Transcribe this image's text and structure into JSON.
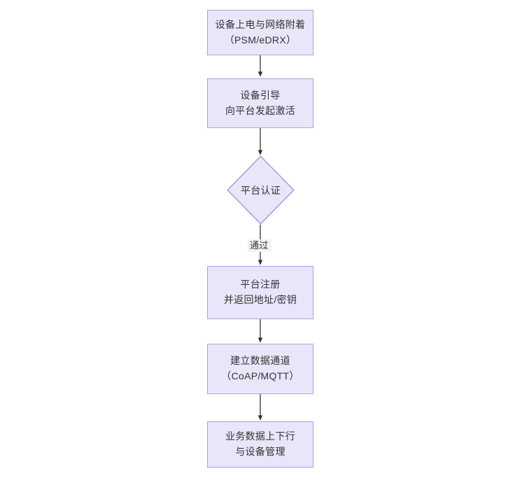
{
  "diagram": {
    "type": "flowchart",
    "orientation": "top-to-bottom",
    "title": "",
    "colors": {
      "node_fill": "#e9e6fa",
      "node_border": "#b39ddb",
      "text": "#333333",
      "edge": "#333333",
      "edge_label_bg": "#f2f2f2",
      "background": "#ffffff"
    },
    "nodes": [
      {
        "id": "n1",
        "shape": "rect",
        "line1": "设备上电与网络附着",
        "line2": "（PSM/eDRX）"
      },
      {
        "id": "n2",
        "shape": "rect",
        "line1": "设备引导",
        "line2": "向平台发起激活"
      },
      {
        "id": "n3",
        "shape": "diamond",
        "line1": "平台认证",
        "line2": ""
      },
      {
        "id": "n4",
        "shape": "rect",
        "line1": "平台注册",
        "line2": "并返回地址/密钥"
      },
      {
        "id": "n5",
        "shape": "rect",
        "line1": "建立数据通道",
        "line2": "（CoAP/MQTT）"
      },
      {
        "id": "n6",
        "shape": "rect",
        "line1": "业务数据上下行",
        "line2": "与设备管理"
      }
    ],
    "edges": [
      {
        "id": "e1",
        "from": "n1",
        "to": "n2",
        "label": ""
      },
      {
        "id": "e2",
        "from": "n2",
        "to": "n3",
        "label": ""
      },
      {
        "id": "e3",
        "from": "n3",
        "to": "n4",
        "label": "通过"
      },
      {
        "id": "e4",
        "from": "n4",
        "to": "n5",
        "label": ""
      },
      {
        "id": "e5",
        "from": "n5",
        "to": "n6",
        "label": ""
      }
    ]
  }
}
